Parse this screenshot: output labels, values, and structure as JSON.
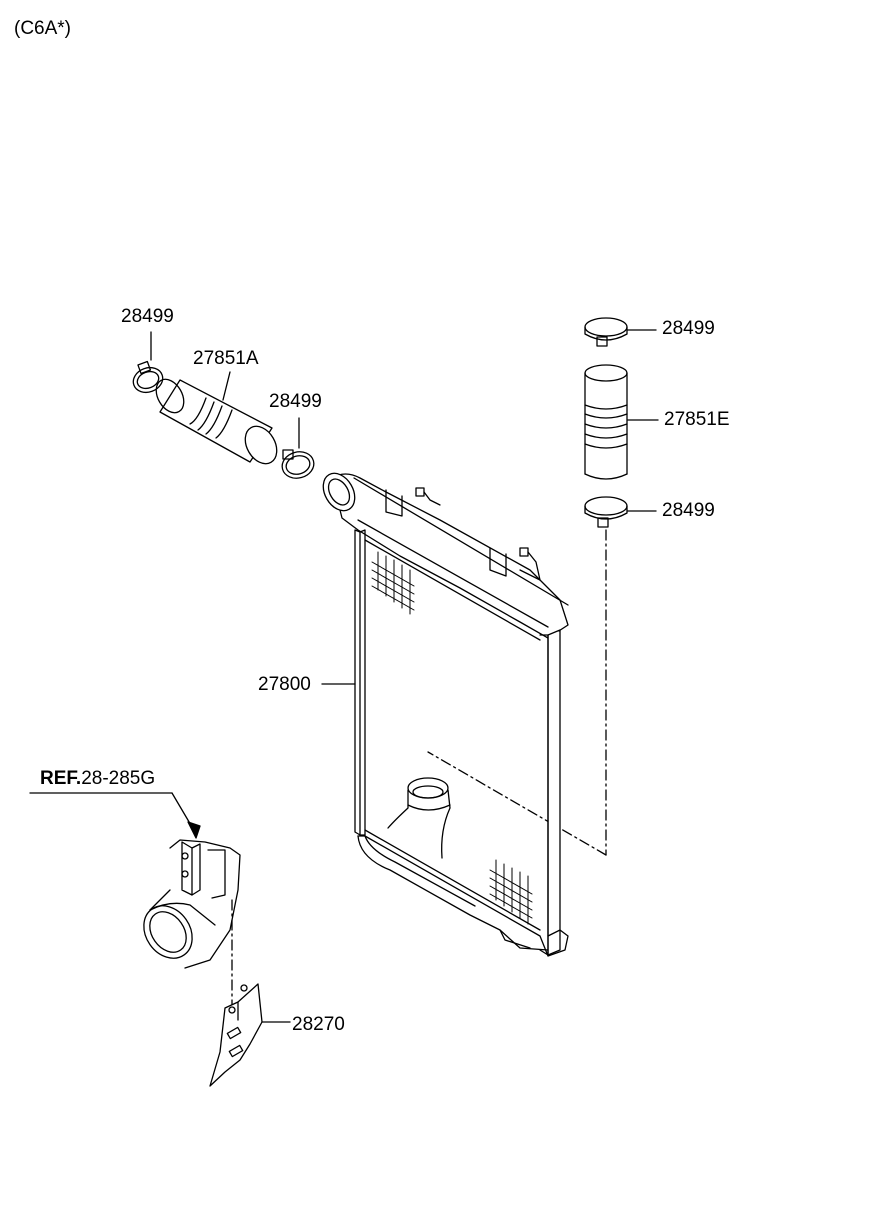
{
  "header": {
    "variant_code": "(C6A*)"
  },
  "parts": {
    "clamp_top_left": "28499",
    "hose_left": "27851A",
    "clamp_mid_left": "28499",
    "clamp_top_right": "28499",
    "hose_right": "27851E",
    "clamp_lower_right": "28499",
    "intercooler": "27800",
    "bracket": "28270"
  },
  "reference": {
    "prefix": "REF.",
    "code": "28-285G"
  }
}
